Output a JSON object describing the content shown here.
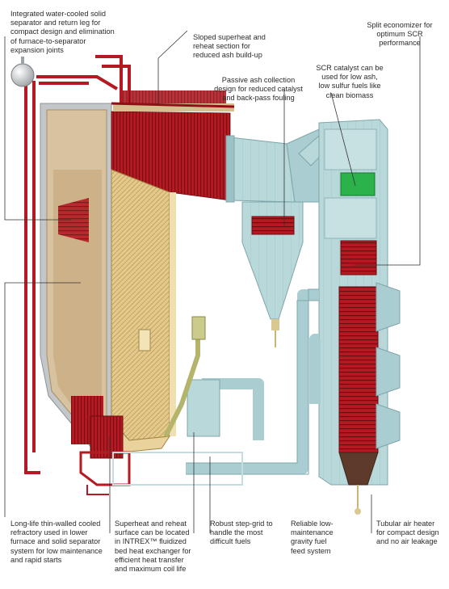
{
  "colors": {
    "refractory": "#c9b18c",
    "steel_red": "#b51a22",
    "duct_blue": "#b9d8da",
    "duct_edge": "#7fa6ab",
    "catalyst_green": "#2bb24a",
    "bed_tan": "#e4c98c",
    "grey_shell": "#bfc3c5",
    "leader": "#333333"
  },
  "callouts": {
    "separator": "Integrated water-cooled solid\nseparator and return leg for\ncompact design and elimination\nof furnace-to-separator\nexpansion joints",
    "superheat": "Sloped superheat and\nreheat section for\nreduced ash build-up",
    "economizer": "Split economizer for\noptimum SCR\nperformance",
    "scr": "SCR catalyst can be\nused for low ash,\nlow sulfur fuels like\nclean biomass",
    "ash": "Passive ash collection\ndesign for reduced catalyst\nand back-pass fouling",
    "refractory": "Long-life thin-walled cooled\nrefractory used in lower\nfurnace and solid separator\nsystem for low maintenance\nand rapid starts",
    "intrex": "Superheat and reheat\nsurface can be located\nin INTREX™ fluidized\nbed heat exchanger for\nefficient heat transfer\nand maximum coil life",
    "grid": "Robust step-grid to\nhandle the most\ndifficult fuels",
    "fuel": "Reliable low-\nmaintenance\ngravity fuel\nfeed system",
    "airheater": "Tubular air heater\nfor compact design\nand no air leakage"
  }
}
